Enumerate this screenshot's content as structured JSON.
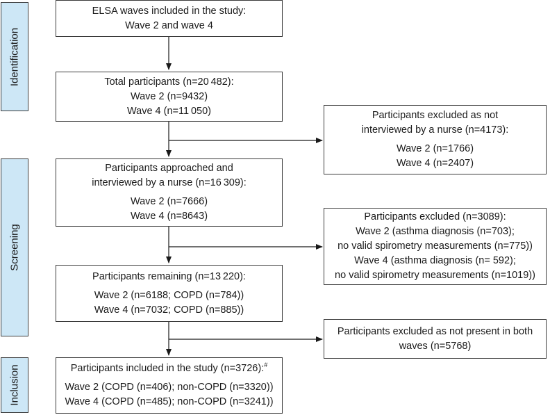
{
  "side_labels": {
    "identification": "Identification",
    "screening": "Screening",
    "inclusion": "Inclusion"
  },
  "boxes": {
    "elsa_waves": {
      "line1": "ELSA waves included in the study:",
      "line2": "Wave 2 and wave 4"
    },
    "total_participants": {
      "line1": "Total participants (n=20 482):",
      "line2": "Wave 2 (n=9432)",
      "line3": "Wave 4 (n=11 050)"
    },
    "excluded_nurse": {
      "line1": "Participants excluded as not",
      "line2": "interviewed by a nurse (n=4173):",
      "line3": "Wave 2 (n=1766)",
      "line4": "Wave 4 (n=2407)"
    },
    "approached": {
      "line1": "Participants approached and",
      "line2": "interviewed by a nurse (n=16 309):",
      "line3": "Wave 2 (n=7666)",
      "line4": "Wave 4 (n=8643)"
    },
    "excluded_spirometry": {
      "line1": "Participants excluded (n=3089):",
      "line2": "Wave 2 (asthma diagnosis (n=703);",
      "line3": "no valid spirometry measurements (n=775))",
      "line4": "Wave 4 (asthma diagnosis (n= 592);",
      "line5": "no valid spirometry measurements (n=1019))"
    },
    "remaining": {
      "line1": "Participants remaining (n=13 220):",
      "line2": "Wave 2 (n=6188; COPD (n=784))",
      "line3": "Wave 4 (n=7032; COPD (n=885))"
    },
    "excluded_waves": {
      "line1": "Participants excluded as not present in both",
      "line2": "waves (n=5768)"
    },
    "included": {
      "line1": "Participants included in the study (n=3726):",
      "line1_mark": "#",
      "line2": "Wave 2 (COPD (n=406); non-COPD (n=3320))",
      "line3": "Wave 4 (COPD (n=485); non-COPD (n=3241))"
    }
  },
  "colors": {
    "side_fill": "#cde7f6",
    "border": "#3a3a3a",
    "arrow": "#1a1a1a"
  }
}
